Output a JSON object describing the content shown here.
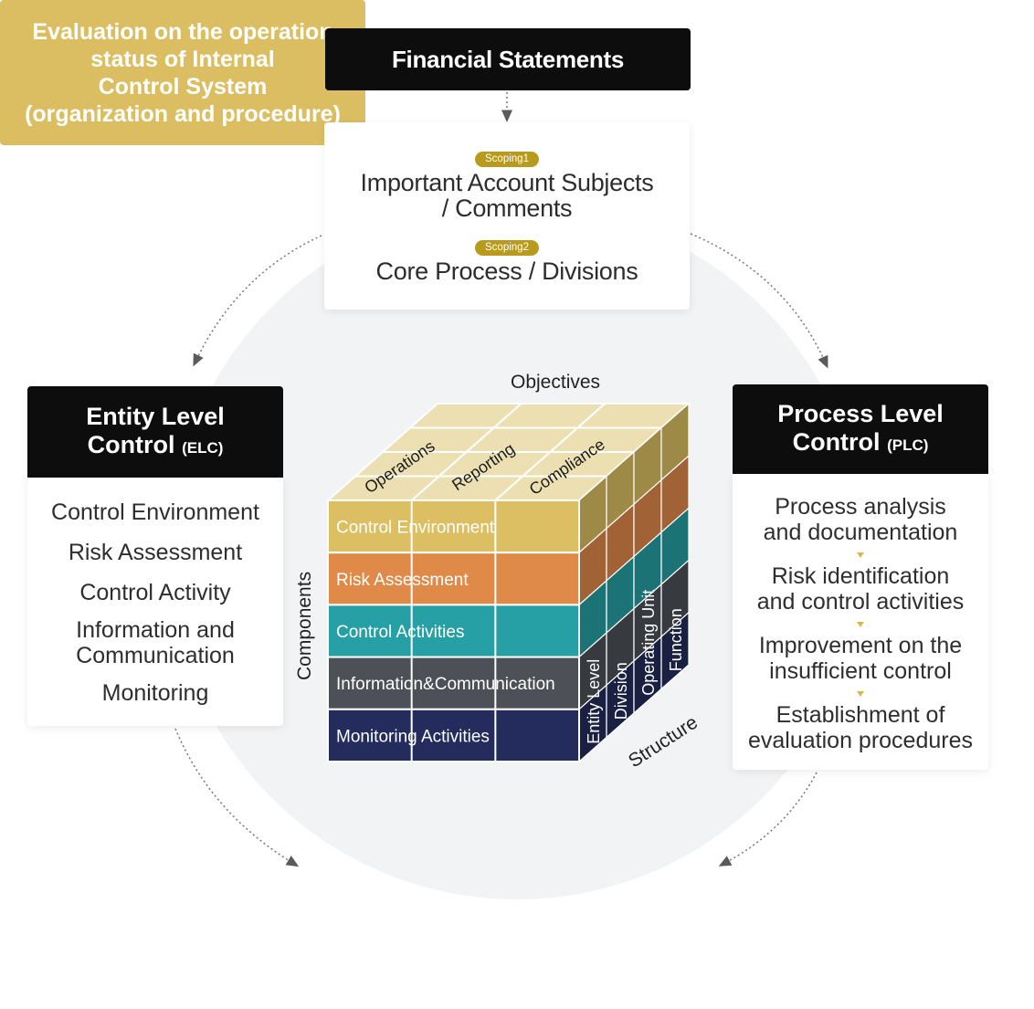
{
  "financial_statements": {
    "title": "Financial Statements"
  },
  "scoping": {
    "tag1": "Scoping1",
    "title1_line1": "Important Account Subjects",
    "title1_line2": "/ Comments",
    "tag2": "Scoping2",
    "title2": "Core Process / Divisions"
  },
  "elc": {
    "title_line1": "Entity Level",
    "title_line2": "Control",
    "abbr": "(ELC)",
    "items": [
      "Control Environment",
      "Risk Assessment",
      "Control Activity",
      "Information and",
      "Communication",
      "Monitoring"
    ]
  },
  "plc": {
    "title_line1": "Process Level",
    "title_line2": "Control",
    "abbr": "(PLC)",
    "items": [
      "Process analysis",
      "and documentation",
      "Risk identification",
      "and control activities",
      "Improvement on the",
      "insufficient control",
      "Establishment of",
      "evaluation procedures"
    ]
  },
  "evaluation": {
    "lines": [
      "Evaluation on the operation",
      "status of Internal",
      "Control System",
      "(organization and procedure)"
    ]
  },
  "cube": {
    "objectives_label": "Objectives",
    "components_label": "Components",
    "structure_label": "Structure",
    "objectives": [
      "Operations",
      "Reporting",
      "Compliance"
    ],
    "components": [
      "Control Environment",
      "Risk Assessment",
      "Control Activities",
      "Information&Communication",
      "Monitoring Activities"
    ],
    "structure": [
      "Entity Level",
      "Division",
      "Operating Unit",
      "Function"
    ],
    "colors": {
      "environment": "#dcbf62",
      "risk": "#e08a4a",
      "activities": "#26a0a4",
      "information": "#4d5157",
      "monitoring": "#232c5c",
      "top": "#ece0b2"
    }
  }
}
